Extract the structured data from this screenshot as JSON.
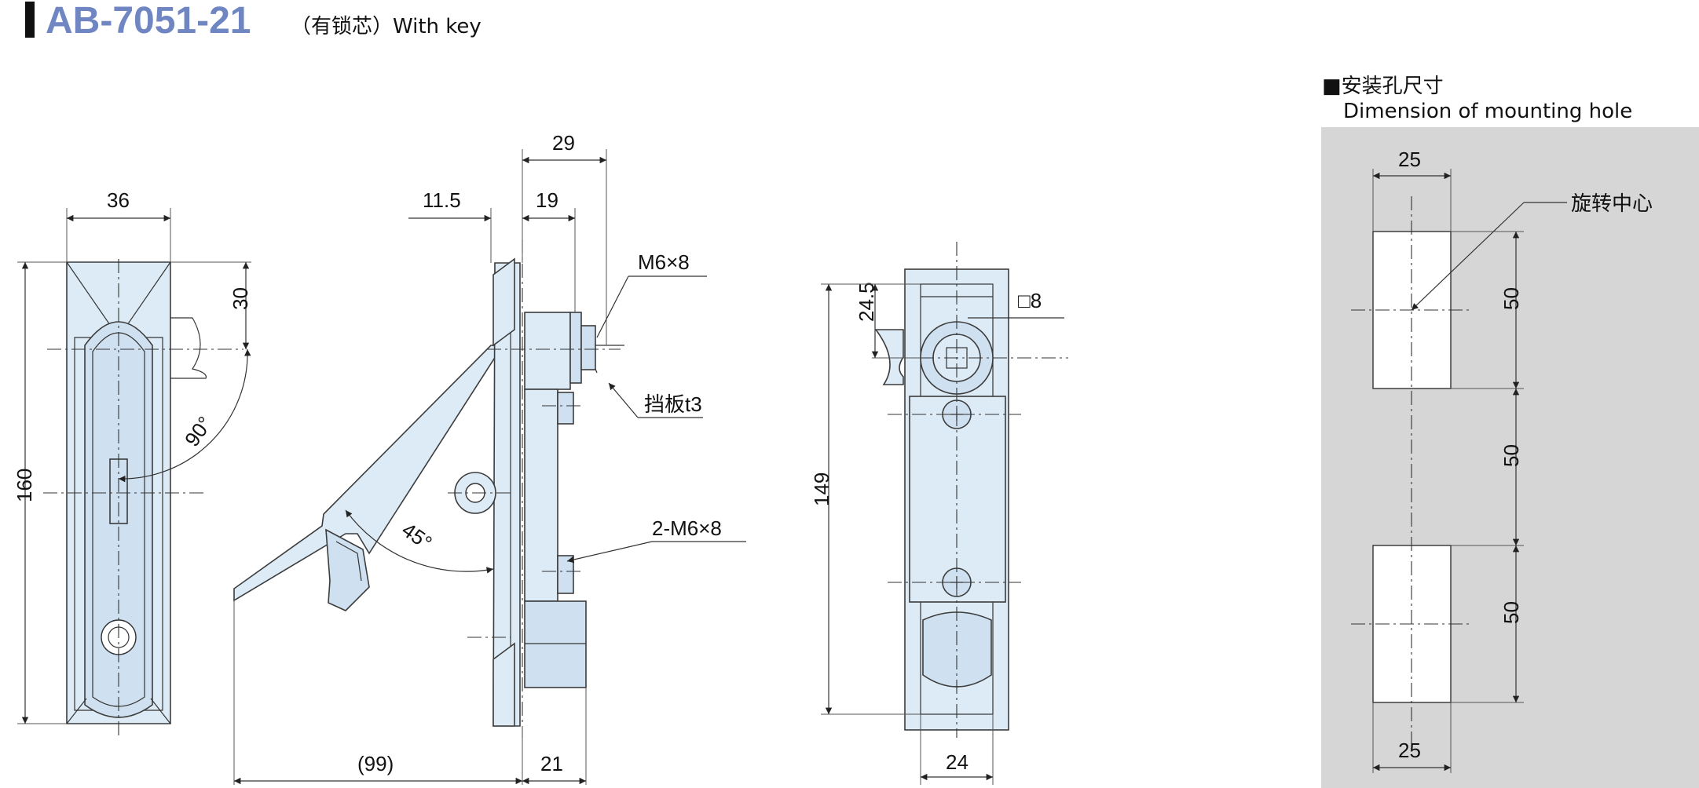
{
  "title": {
    "code": "AB-7051-21",
    "subtitle": "（有锁芯）With key"
  },
  "front_view": {
    "width_label": "36",
    "height_label": "160",
    "top_offset_label": "30",
    "swing_angle_label": "90°"
  },
  "side_view": {
    "depth_total_label": "29",
    "left_offset_label": "11.5",
    "body_depth_label": "19",
    "screw_label": "M6×8",
    "plate_label": "挡板t3",
    "screws_label": "2-M6×8",
    "open_angle_label": "45°",
    "reach_label": "(99)",
    "bottom_depth_label": "21"
  },
  "rear_view": {
    "square_label": "□8",
    "offset_label": "24.5",
    "height_label": "149",
    "width_label": "24"
  },
  "mounting_hole": {
    "heading_cn": "■安装孔尺寸",
    "heading_en": "Dimension of mounting hole",
    "rotation_center_label": "旋转中心",
    "hole_width_top_label": "25",
    "hole_width_bottom_label": "25",
    "dim_1": "50",
    "dim_2": "50",
    "dim_3": "50"
  },
  "colors": {
    "accent": "#6f86c2",
    "part_fill": "#dcebf6",
    "panel_bg": "#d6d6d6"
  }
}
